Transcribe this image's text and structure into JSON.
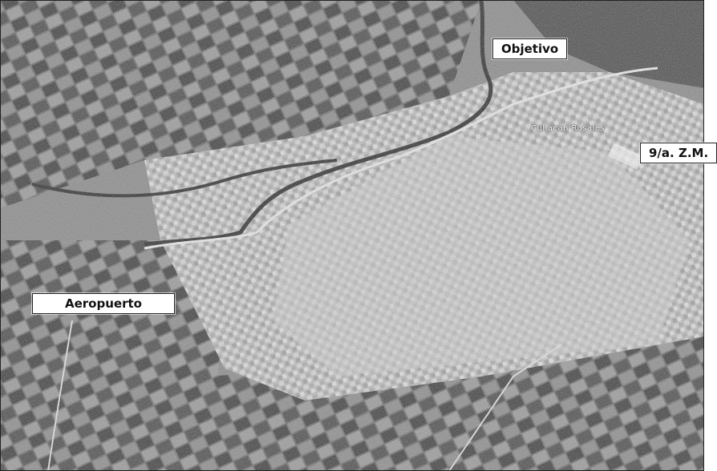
{
  "labels": {
    "objetivo": "Objetivo",
    "zona_militar": "9/a. Z.M.",
    "aeropuerto": "Aeropuerto",
    "ciudad": "Culiacán Rosales"
  },
  "colors": {
    "urban": "#c9c9c9",
    "fields_dark": "#3a3a3a",
    "fields_mid": "#7a7a7a",
    "river": "#2b2b2b",
    "road": "#ececec"
  }
}
